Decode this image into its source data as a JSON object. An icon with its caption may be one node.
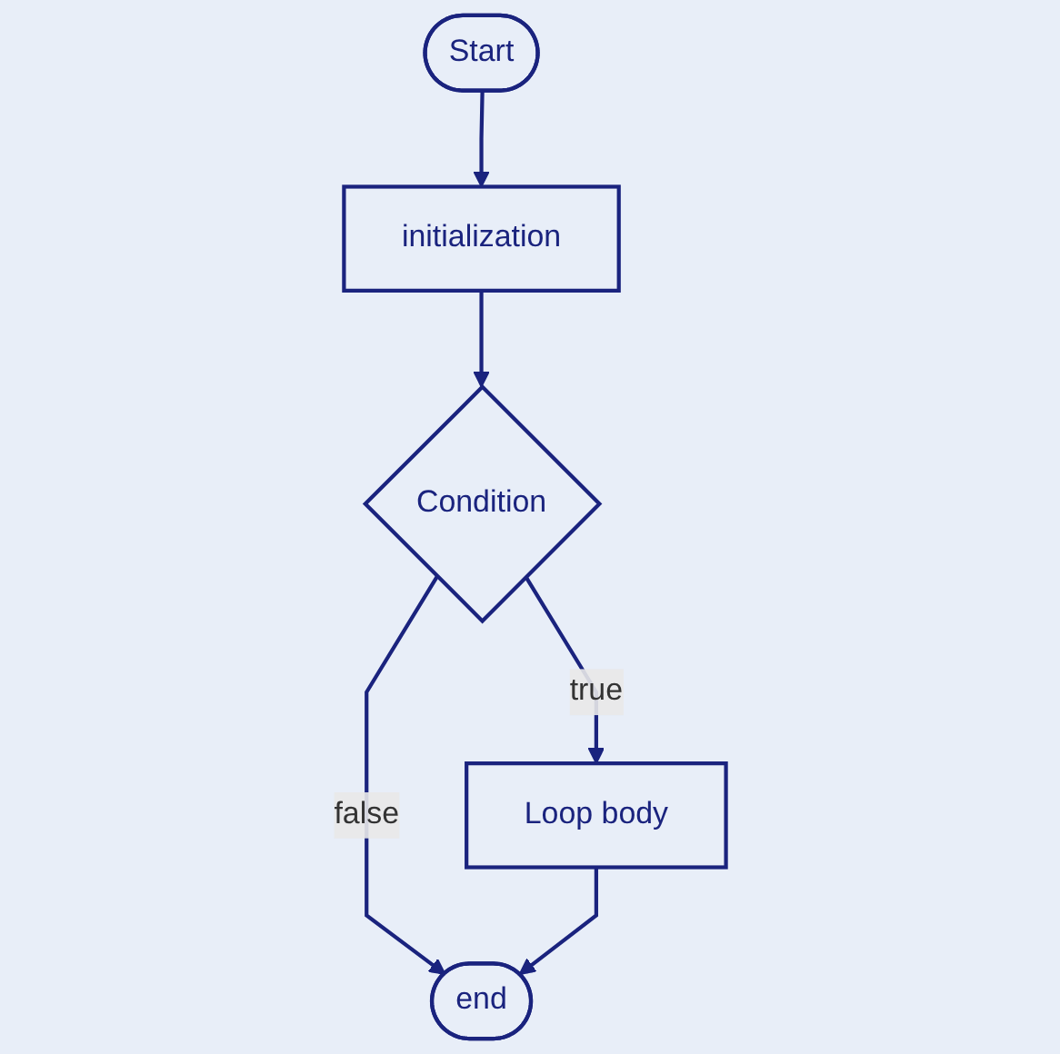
{
  "diagram": {
    "nodes": [
      {
        "text": [
          "Start"
        ]
      },
      {
        "text": [
          "initialization"
        ]
      },
      {
        "text": [
          "Condition"
        ]
      },
      {
        "text": [
          "Loop body"
        ]
      },
      {
        "text": [
          "end"
        ]
      }
    ],
    "edges": [
      {
        "from": 0,
        "to": 1,
        "arrow": "to"
      },
      {
        "from": 1,
        "to": 2,
        "arrow": "to"
      },
      {
        "from": 2,
        "to": 4,
        "label": "false",
        "arrow": "to"
      },
      {
        "from": 2,
        "to": 3,
        "label": "true",
        "arrow": "to"
      },
      {
        "from": 3,
        "to": 4,
        "arrow": "to"
      }
    ]
  }
}
